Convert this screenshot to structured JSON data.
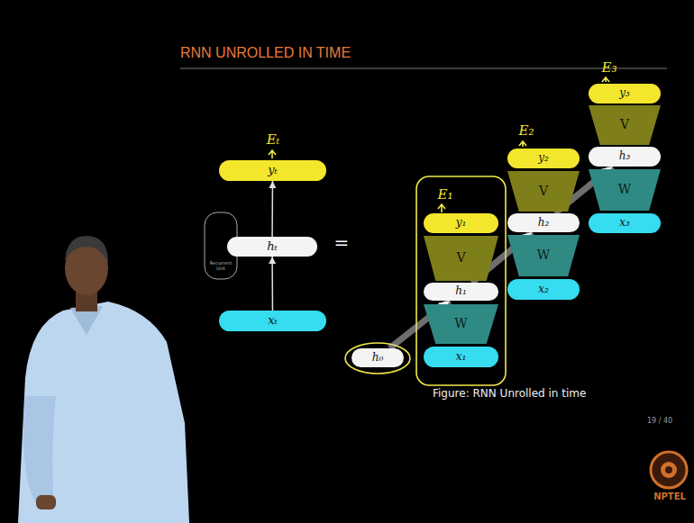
{
  "diagram": {
    "title": "RNN UNROLLED IN TIME",
    "caption": "Figure: RNN Unrolled in time",
    "nodes": [
      {
        "text": [
          "yₜ"
        ]
      },
      {
        "text": [
          "hₜ"
        ]
      },
      {
        "text": [
          "xₜ"
        ]
      },
      {
        "text": [
          "h₀"
        ]
      },
      {
        "text": [
          "x₁"
        ]
      },
      {
        "text": [
          "W"
        ]
      },
      {
        "text": [
          "h₁"
        ]
      },
      {
        "text": [
          "V"
        ]
      },
      {
        "text": [
          "y₁"
        ]
      },
      {
        "text": [
          "x₂"
        ]
      },
      {
        "text": [
          "W"
        ]
      },
      {
        "text": [
          "h₂"
        ]
      },
      {
        "text": [
          "V"
        ]
      },
      {
        "text": [
          "y₂"
        ]
      },
      {
        "text": [
          "x₃"
        ]
      },
      {
        "text": [
          "W"
        ]
      },
      {
        "text": [
          "h₃"
        ]
      },
      {
        "text": [
          "V"
        ]
      },
      {
        "text": [
          "y₃"
        ]
      }
    ],
    "edges": [
      {
        "from": 2,
        "to": 1,
        "arrow": "to"
      },
      {
        "from": 1,
        "to": 0,
        "arrow": "to"
      },
      {
        "from": 3,
        "to": 6,
        "arrow": "to"
      },
      {
        "from": 6,
        "to": 11,
        "arrow": "to"
      },
      {
        "from": 11,
        "to": 16,
        "arrow": "to"
      }
    ],
    "labels": [
      "Recurrent Unit",
      "=",
      "Eₜ",
      "E₁",
      "E₂",
      "E₃",
      "19 / 40",
      "NPTEL"
    ]
  }
}
